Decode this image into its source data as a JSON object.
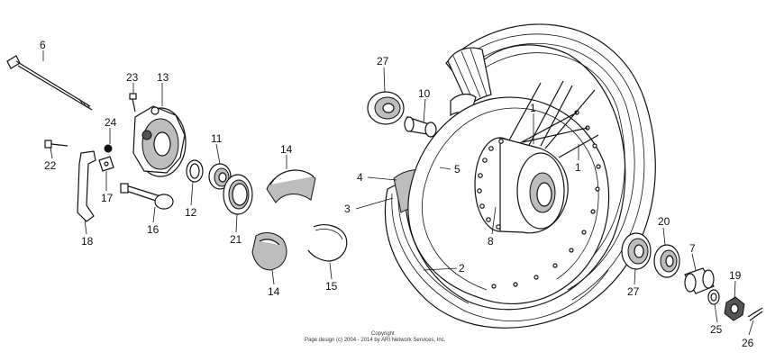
{
  "callouts": {
    "c1a": "1",
    "c1b": "1",
    "c2": "2",
    "c3": "3",
    "c4": "4",
    "c5": "5",
    "c6": "6",
    "c7": "7",
    "c8": "8",
    "c10": "10",
    "c11": "11",
    "c12": "12",
    "c13": "13",
    "c14a": "14",
    "c14b": "14",
    "c15": "15",
    "c16": "16",
    "c17": "17",
    "c18": "18",
    "c19": "19",
    "c20": "20",
    "c21": "21",
    "c22": "22",
    "c23": "23",
    "c24": "24",
    "c25": "25",
    "c26": "26",
    "c27a": "27",
    "c27b": "27"
  },
  "copyright": {
    "line1": "Copyright",
    "line2": "Page design (c) 2004 - 2014 by ARI Network Services, Inc."
  }
}
